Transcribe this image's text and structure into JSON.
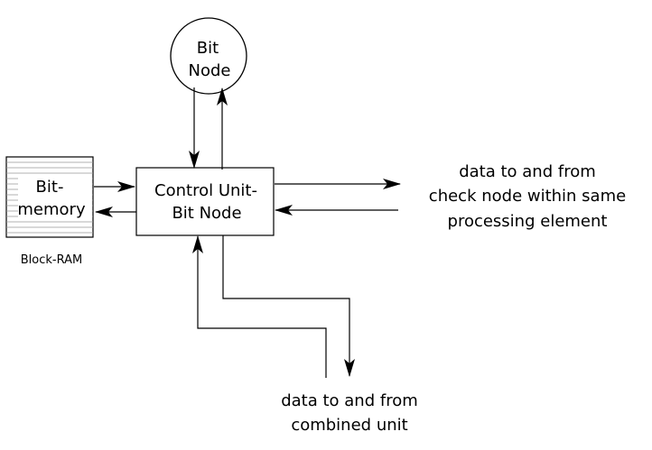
{
  "bit_node": {
    "line1": "Bit",
    "line2": "Node"
  },
  "control_unit": {
    "line1": "Control Unit-",
    "line2": "Bit Node"
  },
  "bit_memory": {
    "line1": "Bit-",
    "line2": "memory",
    "caption": "Block-RAM"
  },
  "check_node_io": {
    "line1": "data to and from",
    "line2": "check node within same",
    "line3": "processing element"
  },
  "combined_unit_io": {
    "line1": "data to and from",
    "line2": "combined unit"
  },
  "colors": {
    "stroke": "#000000",
    "background": "#ffffff",
    "memory_lines": "#999999"
  }
}
